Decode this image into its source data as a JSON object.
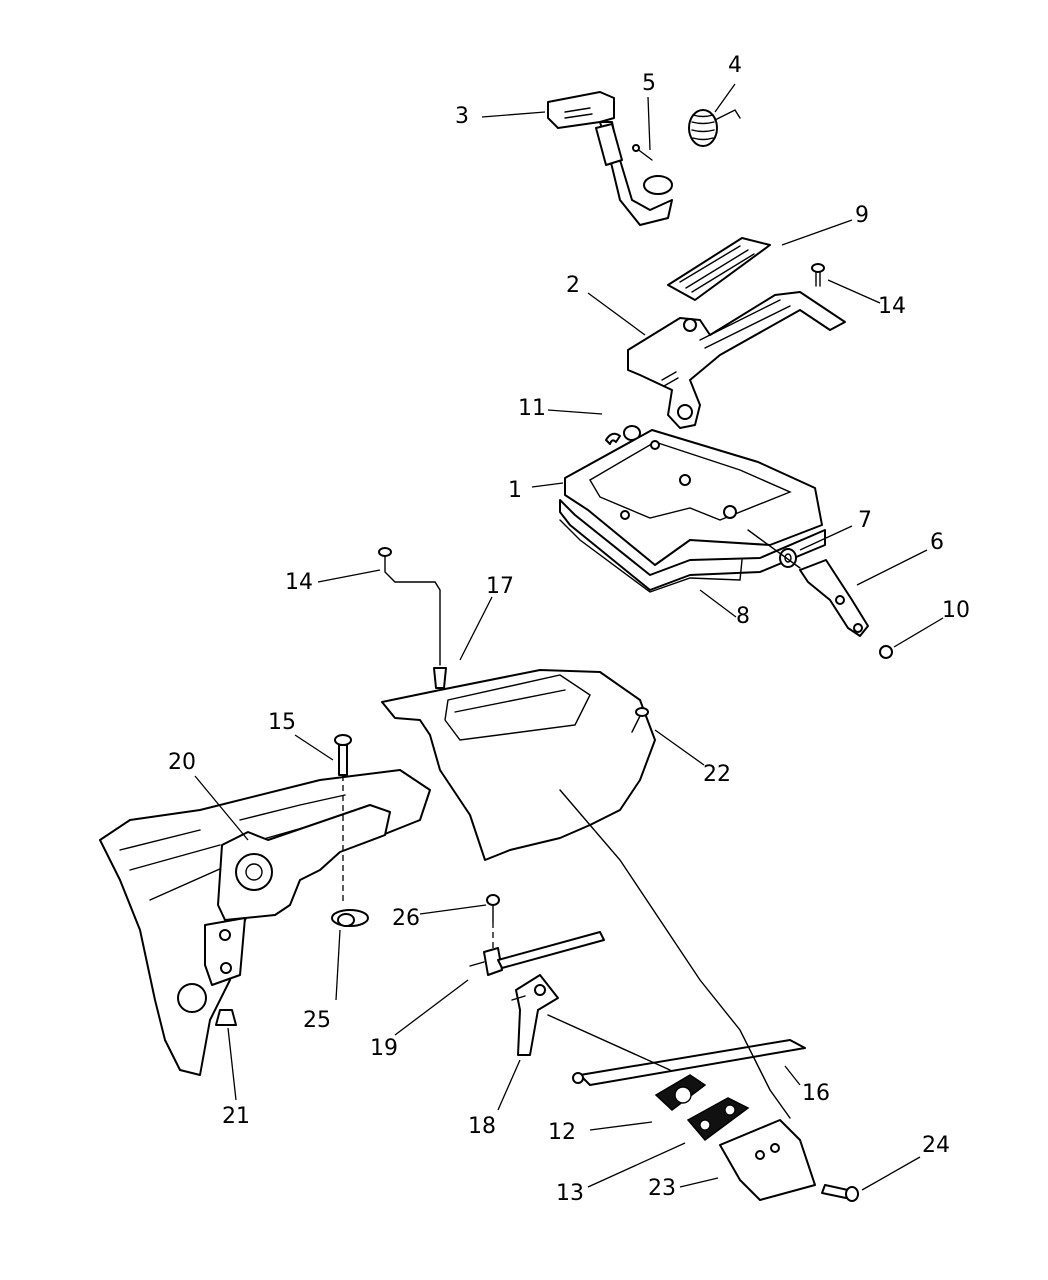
{
  "callouts": {
    "c1": "1",
    "c2": "2",
    "c3": "3",
    "c4": "4",
    "c5": "5",
    "c6": "6",
    "c7": "7",
    "c8": "8",
    "c9": "9",
    "c10": "10",
    "c11": "11",
    "c12": "12",
    "c13": "13",
    "c14a": "14",
    "c14b": "14",
    "c15": "15",
    "c16": "16",
    "c17": "17",
    "c18": "18",
    "c19": "19",
    "c20": "20",
    "c21": "21",
    "c22": "22",
    "c23": "23",
    "c24": "24",
    "c25": "25",
    "c26": "26"
  }
}
